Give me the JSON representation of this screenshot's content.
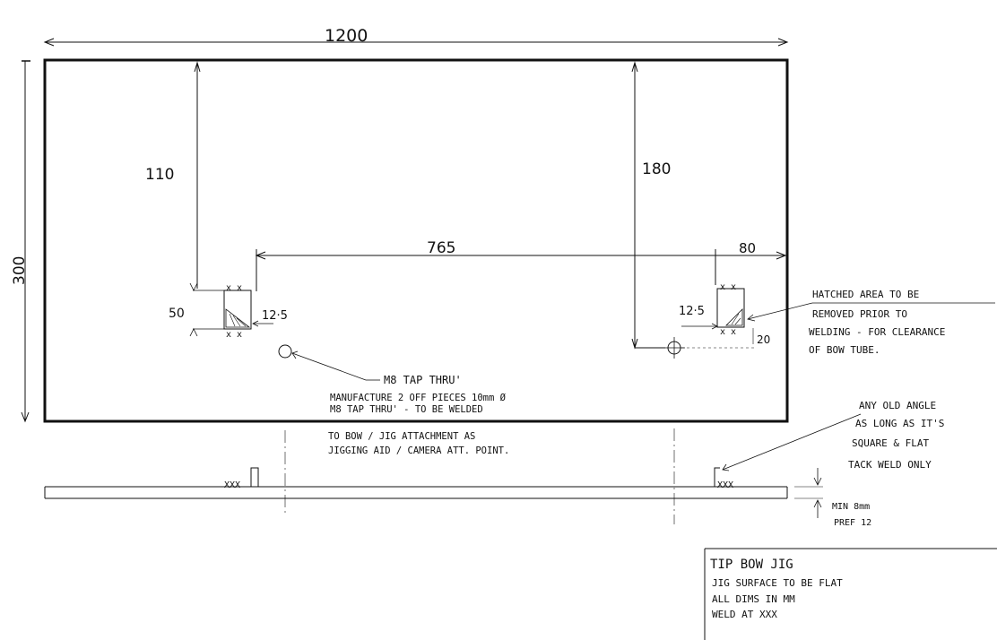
{
  "dimensions": {
    "overall_width": "1200",
    "overall_height": "300",
    "left_depth": "110",
    "right_depth": "180",
    "span": "765",
    "right_offset": "80",
    "tab_height": "50",
    "left_gap": "12·5",
    "right_gap": "12·5",
    "right_rise": "20"
  },
  "notes": {
    "m8_tap": "M8 TAP THRU'",
    "manufacture": [
      "MANUFACTURE 2 OFF PIECES 10mm Ø",
      "M8 TAP THRU' - TO BE WELDED",
      "TO BOW / JIG ATTACHMENT AS",
      "JIGGING AID / CAMERA ATT. POINT."
    ],
    "hatched": [
      "HATCHED AREA TO BE",
      "REMOVED PRIOR TO",
      "WELDING - FOR CLEARANCE",
      "OF BOW TUBE."
    ],
    "angle": [
      "ANY OLD ANGLE",
      "AS LONG AS IT'S",
      "SQUARE & FLAT",
      "TACK WELD ONLY"
    ],
    "min_thickness": [
      "MIN 8mm",
      "PREF 12"
    ],
    "weld_marks": [
      "XXX",
      "XXX"
    ]
  },
  "title_block": {
    "title": "TIP BOW JIG",
    "lines": [
      "JIG SURFACE TO BE FLAT",
      "ALL DIMS IN MM",
      "WELD AT XXX"
    ]
  }
}
